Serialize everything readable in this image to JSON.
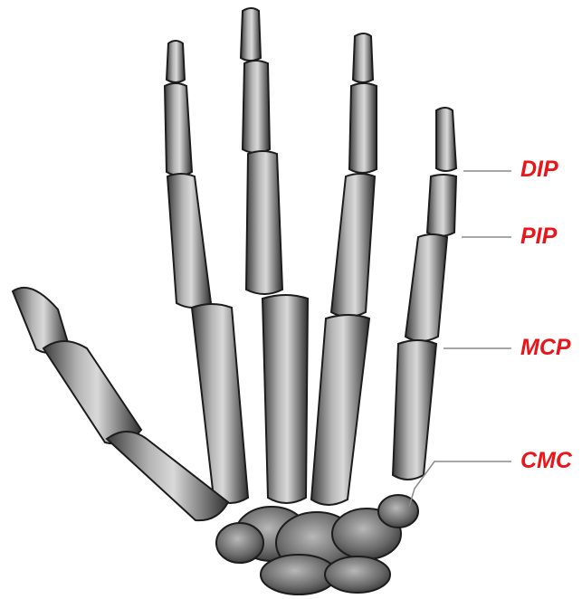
{
  "figure": {
    "subject": "hand-skeleton-illustration",
    "label_color": "#e8151b",
    "leader_color": "#8a8a8a",
    "labels": {
      "dip": "DIP",
      "pip": "PIP",
      "mcp": "MCP",
      "cmc": "CMC"
    }
  }
}
